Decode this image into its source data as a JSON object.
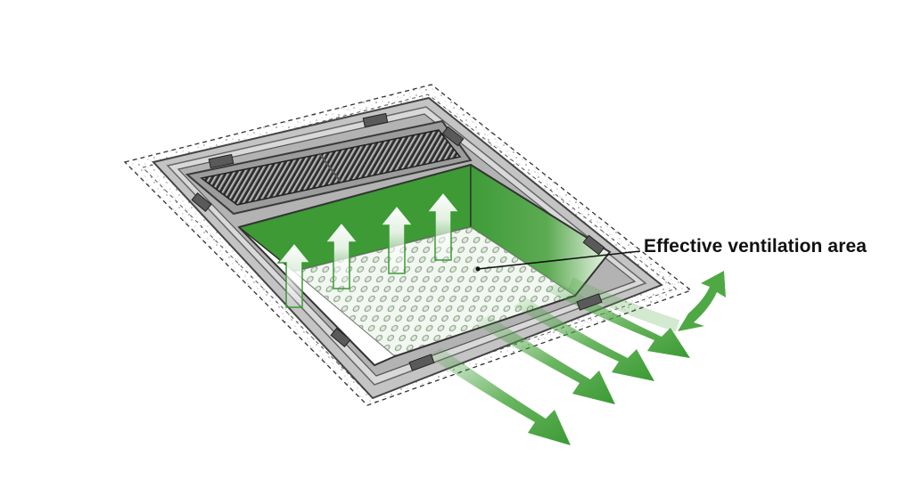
{
  "diagram": {
    "callout_label": "Effective ventilation area",
    "colors": {
      "ventilation_green": "#3d9a35",
      "arrow_green": "#4ea843",
      "frame_gray": "#bdbdbd",
      "frame_dark": "#6e6e6e",
      "grille_dark": "#3a3a3a"
    },
    "icons": {
      "airflow_up": "airflow-arrow-up",
      "airflow_out": "airflow-arrow-out",
      "airflow_side": "airflow-arrow-bidirectional"
    }
  }
}
